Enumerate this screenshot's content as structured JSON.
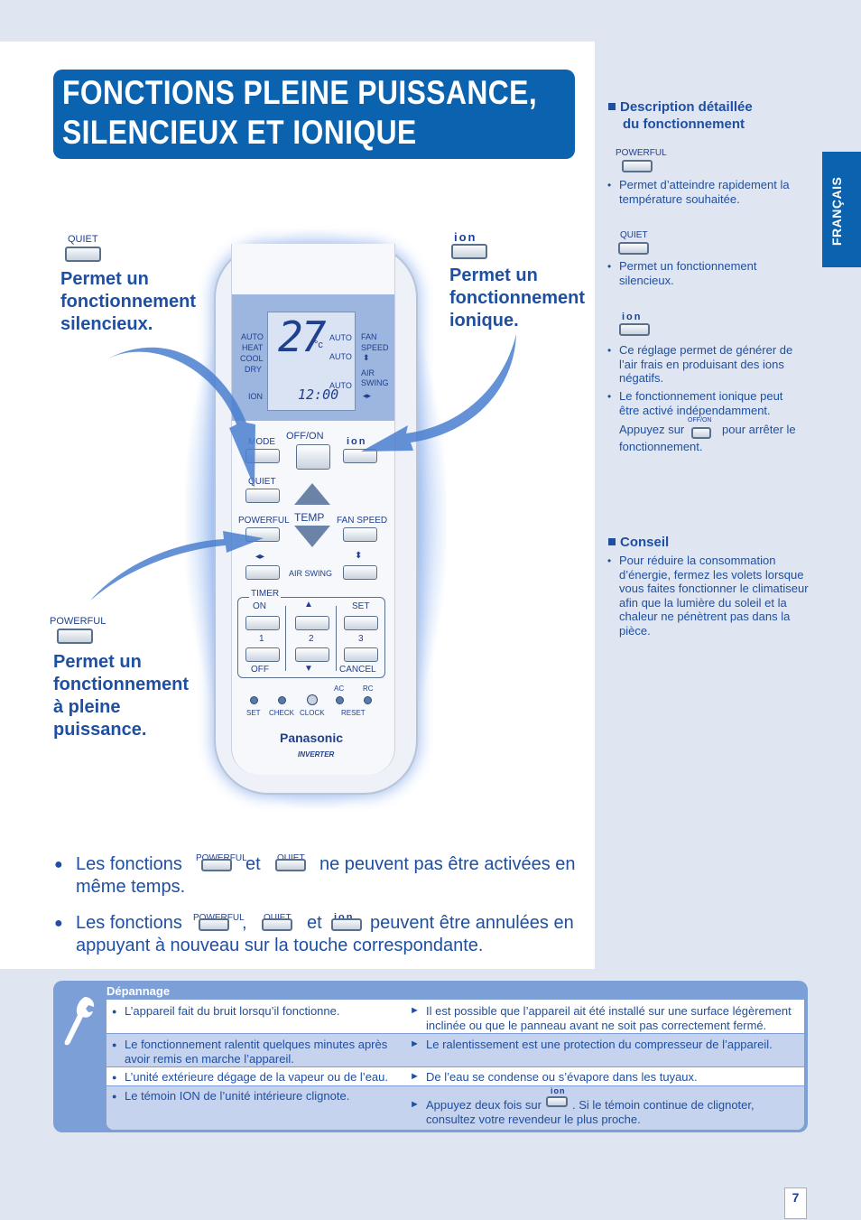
{
  "title": {
    "line1": "FONCTIONS PLEINE PUISSANCE,",
    "line2": "SILENCIEUX ET IONIQUE"
  },
  "left_callouts": {
    "quiet_button_label": "QUIET",
    "quiet_text": [
      "Permet un",
      "fonctionnement",
      "silencieux."
    ],
    "ion_button_label": "ion",
    "ion_text": [
      "Permet un",
      "fonctionnement",
      "ionique."
    ],
    "powerful_button_label": "POWERFUL",
    "powerful_text": [
      "Permet un",
      "fonctionnement",
      "à pleine",
      "puissance."
    ]
  },
  "remote": {
    "lcd": {
      "modes": [
        "AUTO",
        "HEAT",
        "COOL",
        "DRY"
      ],
      "ion": "ION",
      "temp": "27",
      "unit": "°c",
      "auto1": "AUTO",
      "auto2": "AUTO",
      "auto3": "AUTO",
      "fan": "FAN",
      "speed": "SPEED",
      "air": "AIR",
      "swing": "SWING",
      "clock": "12:00"
    },
    "labels": {
      "mode": "MODE",
      "offon": "OFF/ON",
      "ion": "ion",
      "quiet": "QUIET",
      "powerful": "POWERFUL",
      "temp": "TEMP",
      "fan_speed": "FAN SPEED",
      "air_swing": "AIR SWING",
      "timer": "TIMER",
      "on": "ON",
      "set": "SET",
      "n1": "1",
      "n2": "2",
      "n3": "3",
      "off": "OFF",
      "cancel": "CANCEL",
      "ac": "AC",
      "rc": "RC",
      "set2": "SET",
      "check": "CHECK",
      "clock": "CLOCK",
      "reset": "RESET"
    },
    "brand": "Panasonic",
    "inverter": "INVERTER"
  },
  "notes": {
    "n1_a": "Les fonctions",
    "n1_btn1": "POWERFUL",
    "n1_b": "et",
    "n1_btn2": "QUIET",
    "n1_c": "ne peuvent pas être activées en",
    "n1_d": "même temps.",
    "n2_a": "Les fonctions",
    "n2_btn1": "POWERFUL",
    "n2_b": ",",
    "n2_btn2": "QUIET",
    "n2_c": "et",
    "n2_btn3": "ion",
    "n2_d": "peuvent être annulées en",
    "n2_e": "appuyant à nouveau sur la touche correspondante."
  },
  "right_column": {
    "heading_line1": "Description détaillée",
    "heading_line2": "du fonctionnement",
    "powerful_label": "POWERFUL",
    "powerful_desc": [
      "Permet d’atteindre rapidement la",
      "température souhaitée."
    ],
    "quiet_label": "QUIET",
    "quiet_desc": [
      "Permet un fonctionnement",
      "silencieux."
    ],
    "ion_label": "ion",
    "ion_desc1": [
      "Ce réglage permet de générer de",
      "l’air frais en produisant des ions",
      "négatifs."
    ],
    "ion_desc2": [
      "Le fonctionnement ionique peut",
      "être activé indépendamment."
    ],
    "ion_desc3_a": "Appuyez sur",
    "ion_desc3_btn": "OFF/ON",
    "ion_desc3_b": "pour arrêter le",
    "ion_desc3_c": "fonctionnement.",
    "tip_heading": "Conseil",
    "tip_text": [
      "Pour réduire la consommation",
      "d’énergie, fermez les volets lorsque",
      "vous faites fonctionner le climatiseur",
      "afin que la lumière du soleil et la",
      "chaleur ne pénètrent pas dans la",
      "pièce."
    ]
  },
  "language_tab": "FRANÇAIS",
  "troubleshooting": {
    "title": "Dépannage",
    "rows": [
      {
        "problem": [
          "L’appareil fait du bruit lorsqu’il fonctionne."
        ],
        "answer": [
          "Il est possible que l’appareil ait été installé sur une surface légèrement",
          "inclinée ou que le panneau avant ne soit pas correctement fermé."
        ]
      },
      {
        "problem": [
          "Le fonctionnement ralentit quelques minutes après",
          "avoir remis en marche l’appareil."
        ],
        "answer": [
          "Le ralentissement est une protection du compresseur de l’appareil."
        ]
      },
      {
        "problem": [
          "L’unité extérieure dégage de la vapeur ou de l’eau."
        ],
        "answer": [
          "De l’eau se condense ou s’évapore dans les tuyaux."
        ]
      },
      {
        "problem": [
          "Le témoin ION de l’unité intérieure clignote."
        ],
        "answer_a": "Appuyez deux fois sur",
        "answer_btn": "ion",
        "answer_b": ". Si le témoin continue de clignoter,",
        "answer_c": "consultez votre revendeur le plus proche."
      }
    ]
  },
  "page_number": "7",
  "colors": {
    "accent": "#0b63b0",
    "text": "#1f4fa0",
    "panel": "#7d9fd8",
    "background": "#dfe6f2"
  }
}
